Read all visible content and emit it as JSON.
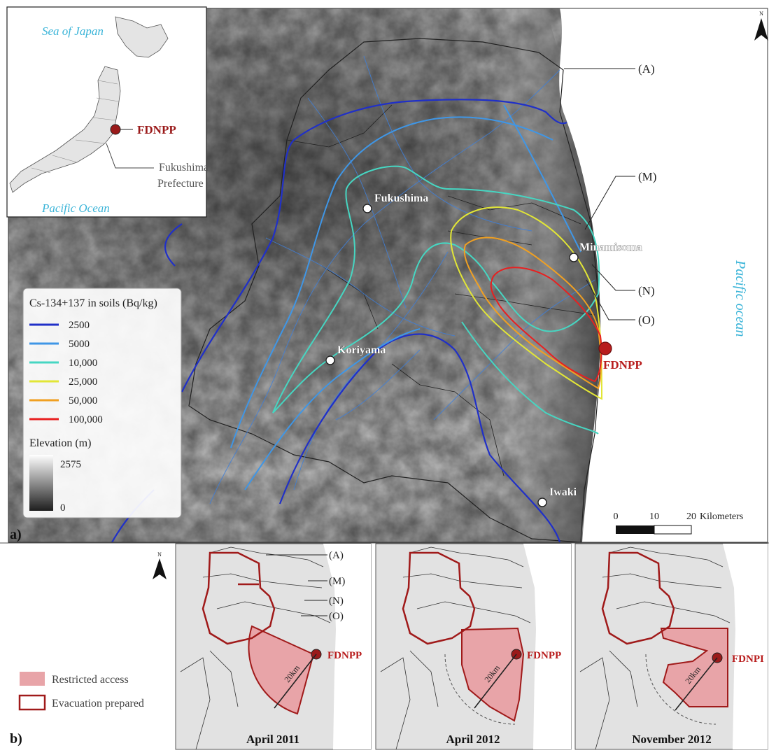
{
  "panel_a": {
    "label": "a)",
    "inset": {
      "sea_of_japan": "Sea of Japan",
      "pacific_ocean": "Pacific Ocean",
      "fdnpp": "FDNPP",
      "prefecture_line1": "Fukushima",
      "prefecture_line2": "Prefecture"
    },
    "north_label": "N",
    "cities": [
      {
        "name": "Fukushima"
      },
      {
        "name": "Minamisoma"
      },
      {
        "name": "Koriyama"
      },
      {
        "name": "Iwaki"
      }
    ],
    "fdnpp_label": "FDNPP",
    "ocean_label": "Pacific ocean",
    "river_labels": [
      "(A)",
      "(M)",
      "(N)",
      "(O)"
    ],
    "legend": {
      "title": "Cs-134+137 in soils (Bq/kg)",
      "items": [
        {
          "label": "2500",
          "color": "#2030c8"
        },
        {
          "label": "5000",
          "color": "#3f96e6"
        },
        {
          "label": "10,000",
          "color": "#46d6c2"
        },
        {
          "label": "25,000",
          "color": "#e2e636"
        },
        {
          "label": "50,000",
          "color": "#f0a022"
        },
        {
          "label": "100,000",
          "color": "#e82020"
        }
      ],
      "elevation_title": "Elevation (m)",
      "elevation_max": "2575",
      "elevation_min": "0"
    },
    "scale": {
      "ticks": [
        "0",
        "10",
        "20"
      ],
      "unit": "Kilometers"
    }
  },
  "panel_b": {
    "label": "b)",
    "north_label": "N",
    "legend": {
      "restricted": "Restricted access",
      "evacuation": "Evacuation prepared"
    },
    "maps": [
      {
        "caption": "April 2011",
        "fdnpp": "FDNPP",
        "radius": "20km"
      },
      {
        "caption": "April 2012",
        "fdnpp": "FDNPP",
        "radius": "20km"
      },
      {
        "caption": "November 2012",
        "fdnpp": "FDNPI",
        "radius": "20km"
      }
    ],
    "river_labels": [
      "(A)",
      "(M)",
      "(N)",
      "(O)"
    ]
  },
  "colors": {
    "fdnpp_marker": "#9a1a1a",
    "restricted_fill": "#e8a4a8",
    "evacuation_stroke": "#a01a1a",
    "ocean_label": "#3ab4d8"
  }
}
